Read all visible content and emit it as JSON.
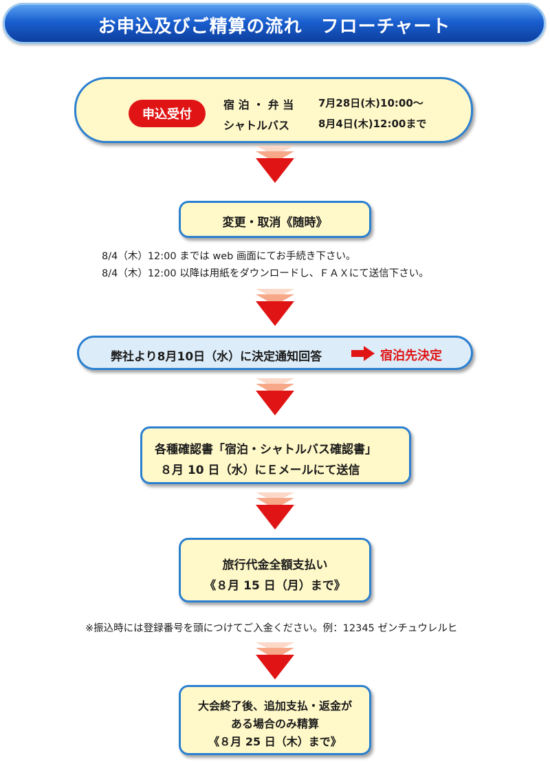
{
  "header": {
    "title": "お申込及びご精算の流れ　フローチャート"
  },
  "step1": {
    "badge": "申込受付",
    "row1_label": "宿 泊 ・ 弁 当",
    "row1_value": "7月28日(木)10:00〜",
    "row2_label": "シャトルバス",
    "row2_value": "8月4日(木)12:00まで"
  },
  "step2": {
    "title": "変更・取消《随時》",
    "note1": "8/4（木）12:00 までは web 画面にてお手続き下さい。",
    "note2": "8/4（木）12:00 以降は用紙をダウンロードし、ＦＡＸにて送信下さい。"
  },
  "step3": {
    "text": "弊社より8月10日（水）に決定通知回答",
    "result": "宿泊先決定"
  },
  "step4": {
    "line1": "各種確認書「宿泊・シャトルバス確認書」",
    "line2": "８月 10 日（水）にＥメールにて送信"
  },
  "step5": {
    "line1": "旅行代金全額支払い",
    "line2": "《８月 15 日（月）まで》",
    "note": "※振込時には登録番号を頭につけてご入金ください。例：12345 ゼンチュウレルヒ"
  },
  "step6": {
    "line1": "大会終了後、追加支払・返金が",
    "line2": "ある場合のみ精算",
    "line3": "《８月 25 日（木）まで》"
  },
  "colors": {
    "accent_red": "#e01414",
    "box_border": "#2a7fd0",
    "box_fill": "#fff8c8",
    "step3_fill": "#dcecf8",
    "header_blue": "#1a5fd0"
  }
}
